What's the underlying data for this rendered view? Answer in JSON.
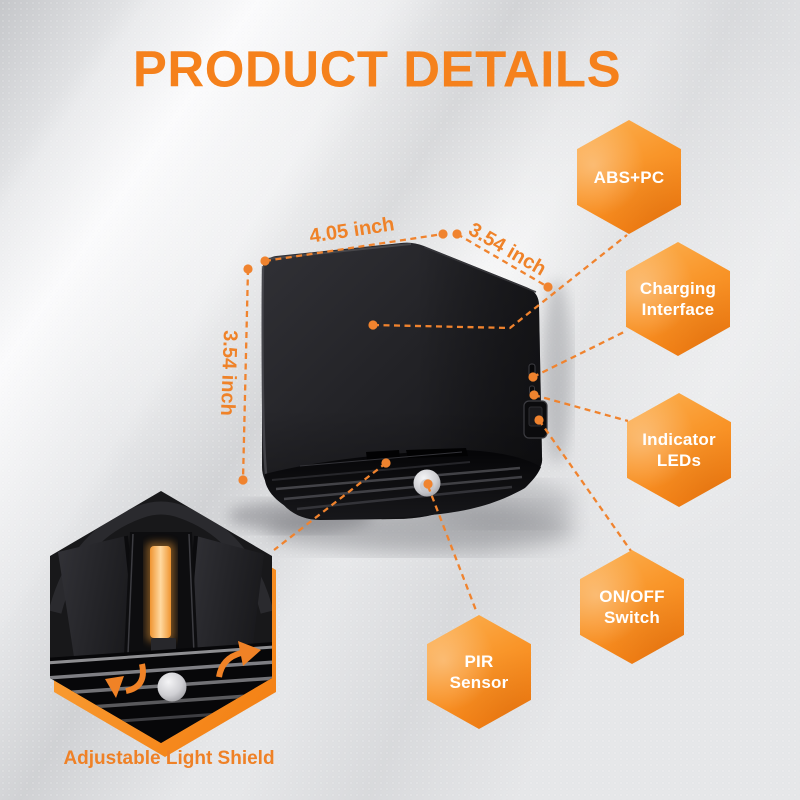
{
  "title": "PRODUCT DETAILS",
  "dimensions": {
    "width": "4.05 inch",
    "depth": "3.54 inch",
    "height": "3.54 inch"
  },
  "badges": [
    {
      "id": "material",
      "line1": "ABS+PC",
      "line2": ""
    },
    {
      "id": "charging-interface",
      "line1": "Charging",
      "line2": "Interface"
    },
    {
      "id": "indicator-leds",
      "line1": "Indicator",
      "line2": "LEDs"
    },
    {
      "id": "on-off-switch",
      "line1": "ON/OFF",
      "line2": "Switch"
    },
    {
      "id": "pir-sensor",
      "line1": "PIR",
      "line2": "Sensor"
    }
  ],
  "inset": {
    "caption": "Adjustable Light Shield"
  },
  "colors": {
    "accent": "#f5811c",
    "connector_orange": "#f0832e",
    "badge_gradient_start": "#fcb254",
    "badge_gradient_end": "#f3780b",
    "wall_gray": "#e6e7e9",
    "product_black": "#1c1c1f",
    "led_strip_glow": "#ffd089",
    "badge_text": "#ffffff"
  }
}
